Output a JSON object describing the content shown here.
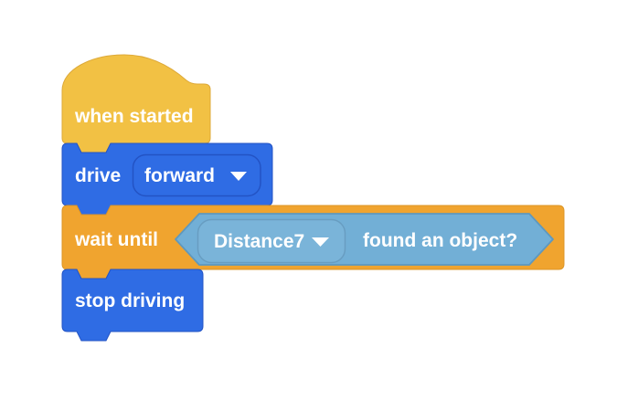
{
  "workspace": {
    "background_color": "#FFFFFF",
    "colors": {
      "label_text": "#FFFFFF",
      "hat_fill": "#F2C144",
      "hat_stroke": "#DDA939",
      "blue_fill": "#2F6CE4",
      "blue_stroke": "#2353C4",
      "blue_field_fill": "#2F6CE4",
      "blue_field_stroke": "#2353C4",
      "orange_fill": "#F0A42F",
      "orange_stroke": "#DC9526",
      "bool_fill": "#72AFD6",
      "bool_stroke": "#5E98BE",
      "bool_field_fill": "#7AB4D9",
      "bool_field_stroke": "#689DC1",
      "chevron": "#FFFFFF"
    },
    "blocks": {
      "when_started": {
        "label": "when started"
      },
      "drive": {
        "label": "drive",
        "direction_dropdown": {
          "value": "forward",
          "icon": "chevron-down"
        }
      },
      "wait_until": {
        "label": "wait until",
        "condition": {
          "sensor_dropdown": {
            "value": "Distance7",
            "icon": "chevron-down"
          },
          "predicate_label": "found an object?"
        }
      },
      "stop_driving": {
        "label": "stop driving"
      }
    }
  }
}
